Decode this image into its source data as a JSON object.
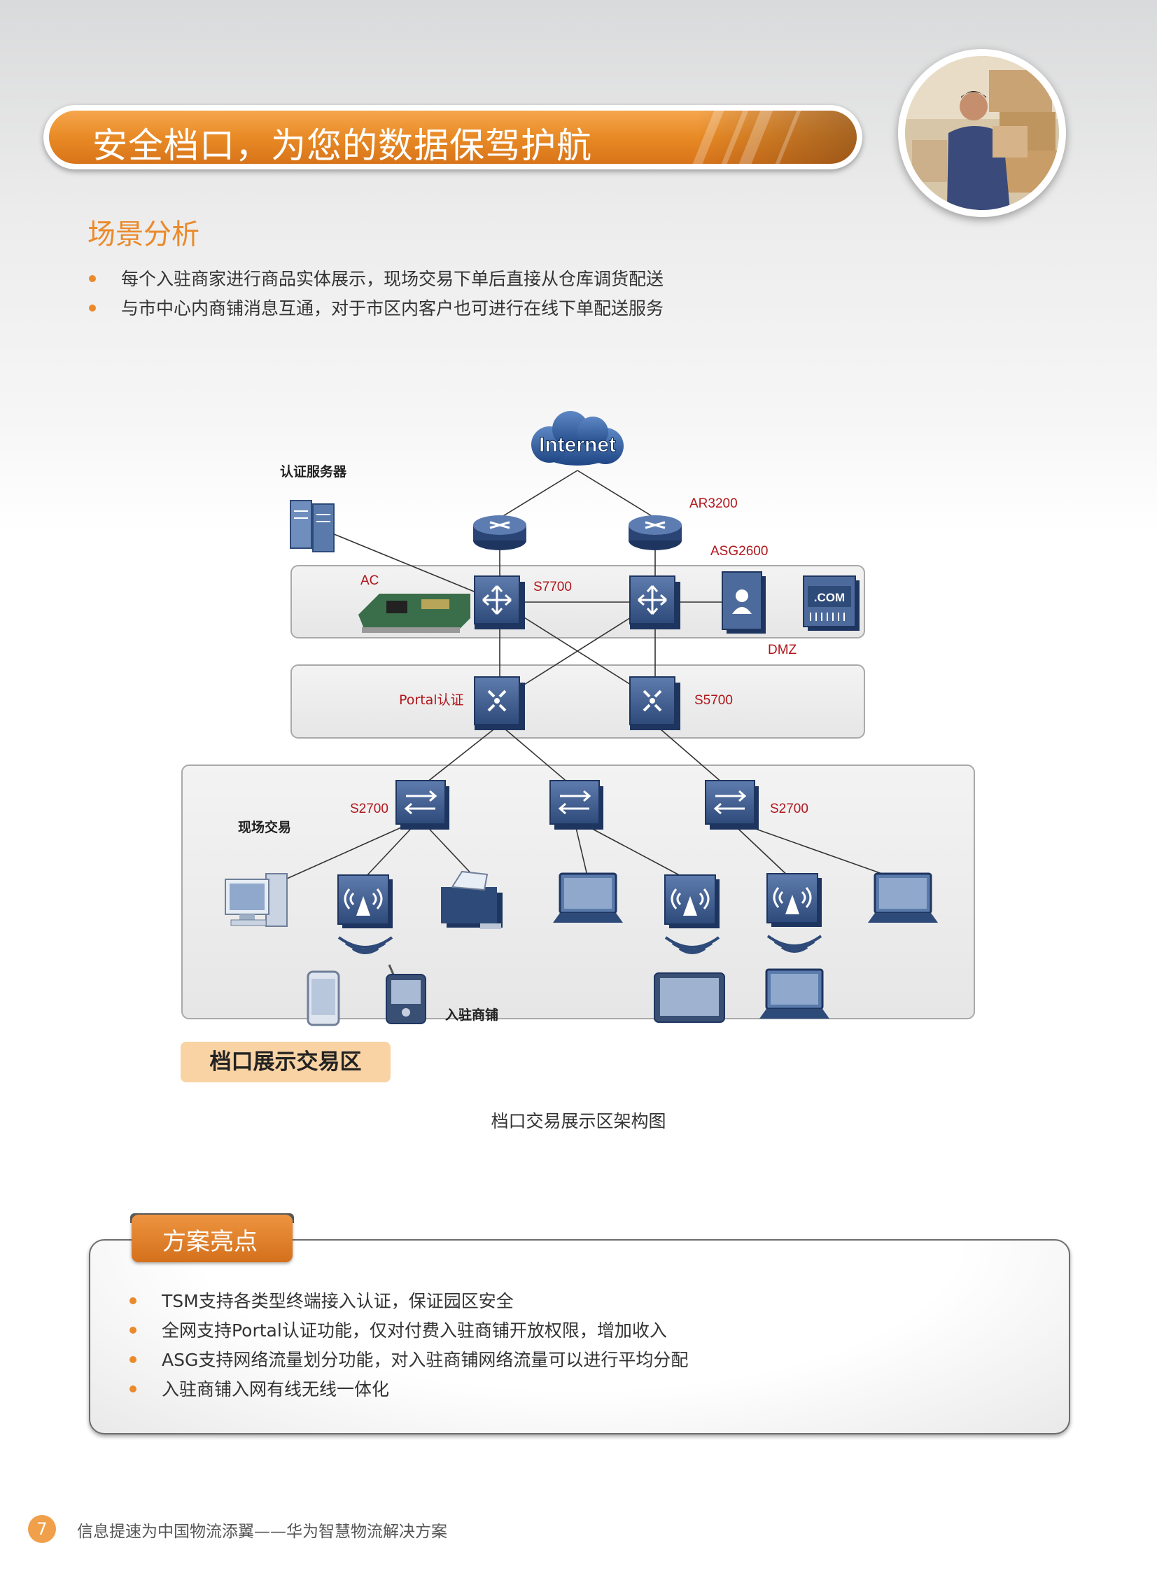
{
  "header": {
    "title": "安全档口，为您的数据保驾护航"
  },
  "scenario": {
    "heading": "场景分析",
    "bullets": [
      "每个入驻商家进行商品实体展示，现场交易下单后直接从仓库调货配送",
      "与市中心内商铺消息互通，对于市区内客户也可进行在线下单配送服务"
    ]
  },
  "diagram": {
    "internet": "Internet",
    "auth_server": "认证服务器",
    "ar3200": "AR3200",
    "asg2600": "ASG2600",
    "ac": "AC",
    "s7700": "S7700",
    "dmz": "DMZ",
    "com": ".COM",
    "portal": "Portal认证",
    "s5700": "S5700",
    "s2700_left": "S2700",
    "s2700_right": "S2700",
    "onsite": "现场交易",
    "tenant": "入驻商铺",
    "zone": "档口展示交易区",
    "caption": "档口交易展示区架构图"
  },
  "highlights": {
    "title": "方案亮点",
    "bullets": [
      "TSM支持各类型终端接入认证，保证园区安全",
      "全网支持Portal认证功能，仅对付费入驻商铺开放权限，增加收入",
      "ASG支持网络流量划分功能，对入驻商铺网络流量可以进行平均分配",
      "入驻商铺入网有线无线一体化"
    ]
  },
  "footer": {
    "page": "7",
    "text": "信息提速为中国物流添翼——华为智慧物流解决方案"
  },
  "colors": {
    "accent": "#ea8a2a",
    "label_red": "#b0161c",
    "device_blue": "#2e4a78"
  }
}
